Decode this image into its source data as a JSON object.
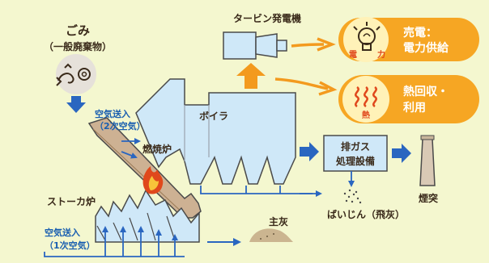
{
  "colors": {
    "panel_bg": "#f4f7cf",
    "equipment_fill": "#cfe8f8",
    "outline": "#4a4a4a",
    "flow_blue": "#2a66c0",
    "arrow_orange": "#f39a1e",
    "pill_orange": "#f6a623",
    "pill_circle": "#fff2b8",
    "fire_red": "#e0481c",
    "chimney": "#d9c9b5",
    "ash": "#cbb590"
  },
  "labels": {
    "garbage_title": "ごみ",
    "garbage_subtitle": "（一般廃棄物）",
    "turbine": "タービン発電機",
    "sell_power_line1": "売電：",
    "sell_power_line2": "電力供給",
    "heat_line1": "熱回収・",
    "heat_line2": "利用",
    "air_secondary_line1": "空気送入",
    "air_secondary_line2": "（2次空気）",
    "boiler": "ボイラ",
    "furnace": "燃焼炉",
    "exhaust_line1": "排ガス",
    "exhaust_line2": "処理設備",
    "chimney": "煙突",
    "fly_ash": "ばいじん（飛灰）",
    "stoker": "ストーカ炉",
    "main_ash": "主灰",
    "air_primary_line1": "空気送入",
    "air_primary_line2": "（1次空気）",
    "icon_power_char_left": "電",
    "icon_power_char_right": "力",
    "icon_heat_char": "熱"
  },
  "icons": [
    "garbage-icon",
    "lightbulb-icon",
    "steam-icon",
    "fire-icon"
  ]
}
